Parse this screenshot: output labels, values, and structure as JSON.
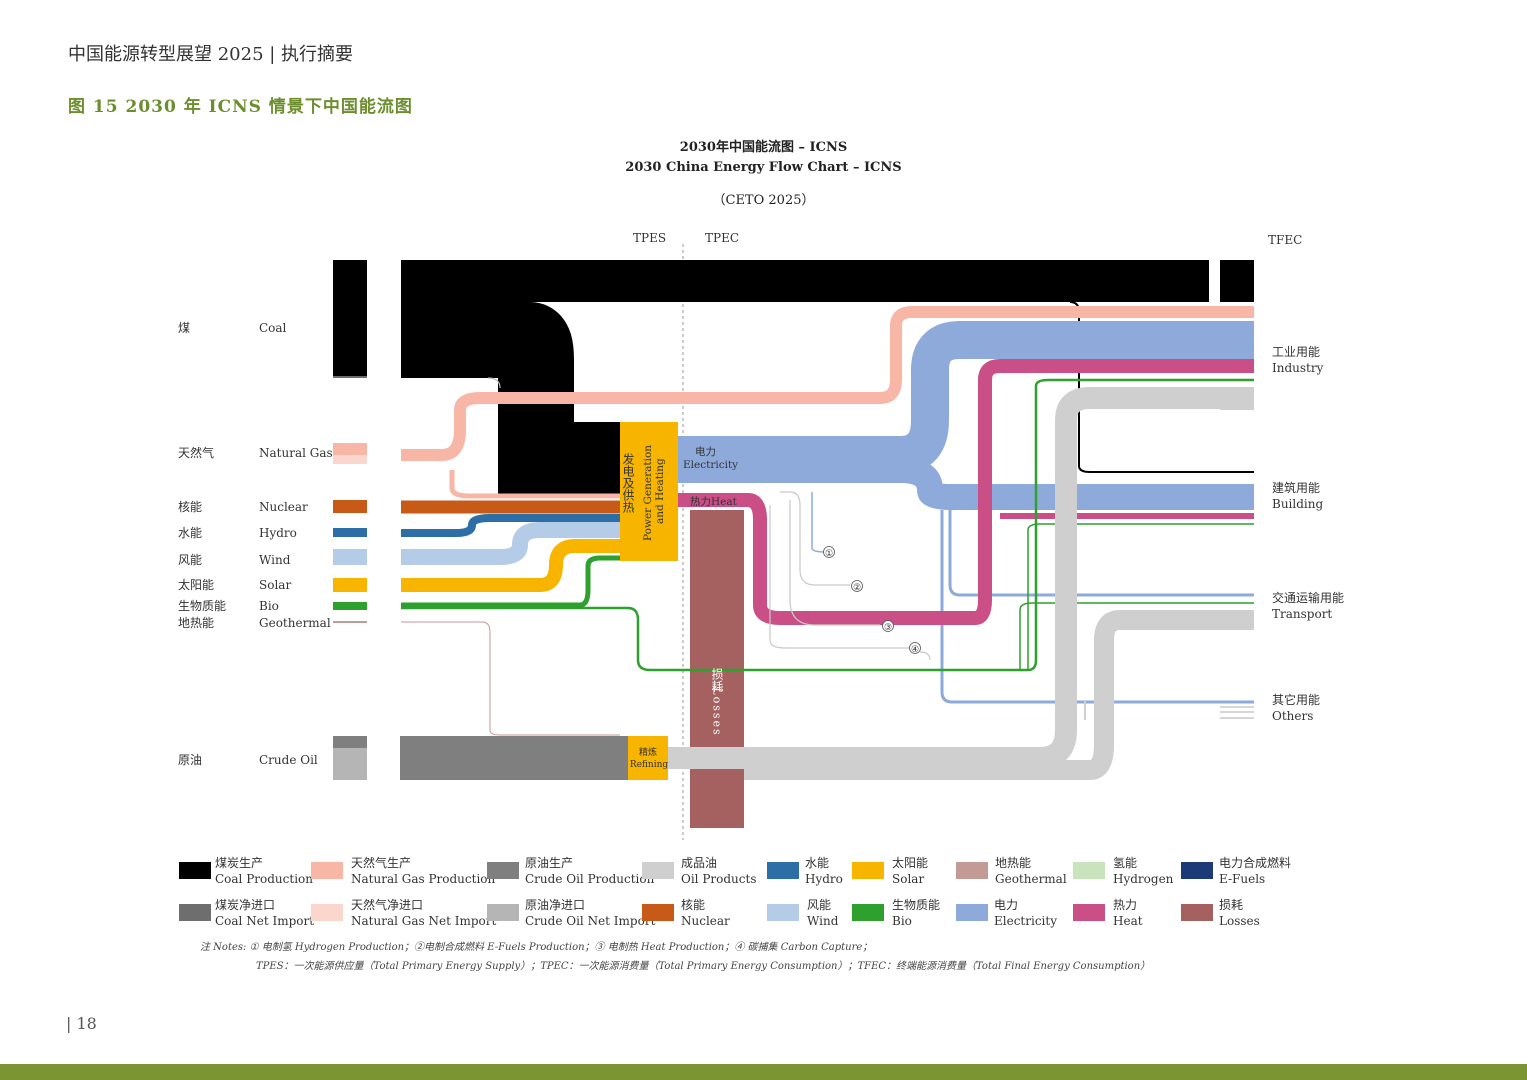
{
  "header": {
    "doc_title": "中国能源转型展望 2025 | 执行摘要",
    "figure_title": "图 15  2030 年 ICNS 情景下中国能流图",
    "page_number": "| 18"
  },
  "chart": {
    "title_cn": "2030年中国能流图 – ICNS",
    "title_en": "2030 China Energy Flow Chart  –  ICNS",
    "source": "（CETO 2025）",
    "stage_labels": {
      "tpes": "TPES",
      "tpec": "TPEC",
      "tfec": "TFEC"
    }
  },
  "sources": [
    {
      "cn": "煤",
      "en": "Coal"
    },
    {
      "cn": "天然气",
      "en": "Natural Gas"
    },
    {
      "cn": "核能",
      "en": "Nuclear"
    },
    {
      "cn": "水能",
      "en": "Hydro"
    },
    {
      "cn": "风能",
      "en": "Wind"
    },
    {
      "cn": "太阳能",
      "en": "Solar"
    },
    {
      "cn": "生物质能",
      "en": "Bio"
    },
    {
      "cn": "地热能",
      "en": "Geothermal"
    },
    {
      "cn": "原油",
      "en": "Crude Oil"
    }
  ],
  "nodes": {
    "power": {
      "cn": "发电及供热",
      "en1": "Power Generation",
      "en2": "and Heating"
    },
    "electricity": {
      "cn": "电力",
      "en": "Electricity"
    },
    "heat": "热力Heat",
    "losses": {
      "cn": "损耗",
      "en": "Losses"
    },
    "refining": {
      "cn": "精炼",
      "en": "Refining"
    },
    "markers": [
      "①",
      "②",
      "③",
      "④"
    ]
  },
  "sectors": [
    {
      "cn": "工业用能",
      "en": "Industry"
    },
    {
      "cn": "建筑用能",
      "en": "Building"
    },
    {
      "cn": "交通运输用能",
      "en": "Transport"
    },
    {
      "cn": "其它用能",
      "en": "Others"
    }
  ],
  "legend": [
    {
      "cn": "煤炭生产",
      "en": "Coal Production",
      "color": "#000000"
    },
    {
      "cn": "天然气生产",
      "en": "Natural Gas Production",
      "color": "#f7b6a6"
    },
    {
      "cn": "原油生产",
      "en": "Crude Oil Production",
      "color": "#7f7f7f"
    },
    {
      "cn": "成品油",
      "en": "Oil Products",
      "color": "#cfcfcf"
    },
    {
      "cn": "水能",
      "en": "Hydro",
      "color": "#2e6ea6"
    },
    {
      "cn": "太阳能",
      "en": "Solar",
      "color": "#f7b500"
    },
    {
      "cn": "地热能",
      "en": "Geothermal",
      "color": "#c49a96"
    },
    {
      "cn": "氢能",
      "en": "Hydrogen",
      "color": "#c9e4bd"
    },
    {
      "cn": "电力合成燃料",
      "en": "E-Fuels",
      "color": "#1c3a78"
    },
    {
      "cn": "煤炭净进口",
      "en": "Coal Net Import",
      "color": "#6e6e6e"
    },
    {
      "cn": "天然气净进口",
      "en": "Natural Gas Net Import",
      "color": "#fbd6cc"
    },
    {
      "cn": "原油净进口",
      "en": "Crude Oil Net Import",
      "color": "#b5b5b5"
    },
    {
      "cn": "核能",
      "en": "Nuclear",
      "color": "#c85a18"
    },
    {
      "cn": "风能",
      "en": "Wind",
      "color": "#b4cce8"
    },
    {
      "cn": "生物质能",
      "en": "Bio",
      "color": "#2ea02e"
    },
    {
      "cn": "电力",
      "en": "Electricity",
      "color": "#8eaadb"
    },
    {
      "cn": "热力",
      "en": "Heat",
      "color": "#c94f86"
    },
    {
      "cn": "损耗",
      "en": "Losses",
      "color": "#a56060"
    }
  ],
  "notes": {
    "line1": "注 Notes:    ① 电制氢 Hydrogen Production；②电制合成燃料 E-Fuels Production；③ 电制热 Heat Production；④ 碳捕集 Carbon Capture；",
    "line2": "TPES：一次能源供应量（Total Primary Energy Supply）；TPEC：一次能源消费量（Total Primary Energy Consumption）；TFEC：终端能源消费量（Total Final Energy Consumption）"
  },
  "colors": {
    "accent_green": "#6d8e2e",
    "bottom_bar": "#7a9532"
  }
}
